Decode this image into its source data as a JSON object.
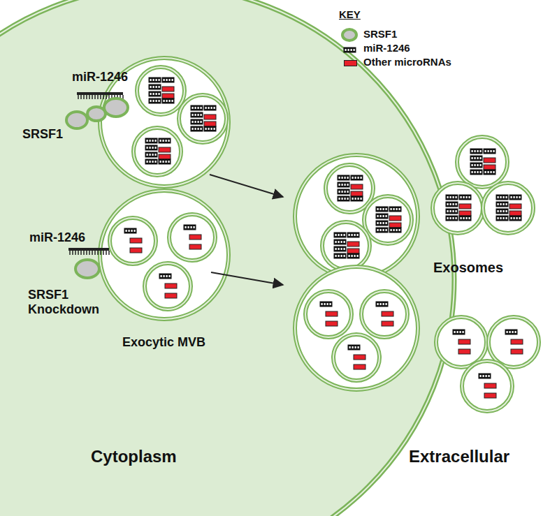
{
  "diagram": {
    "labels": [
      "KEY",
      "miR-1246",
      "SRSF1",
      "miR-1246",
      "SRSF1 Knockdown",
      "Exocytic MVB",
      "Exosomes",
      "Cytoplasm",
      "Extracellular"
    ],
    "legend": [
      {
        "text": "SRSF1"
      },
      {
        "text": "miR-1246"
      },
      {
        "text": "Other microRNAs",
        "color": "#e8202a"
      }
    ]
  }
}
